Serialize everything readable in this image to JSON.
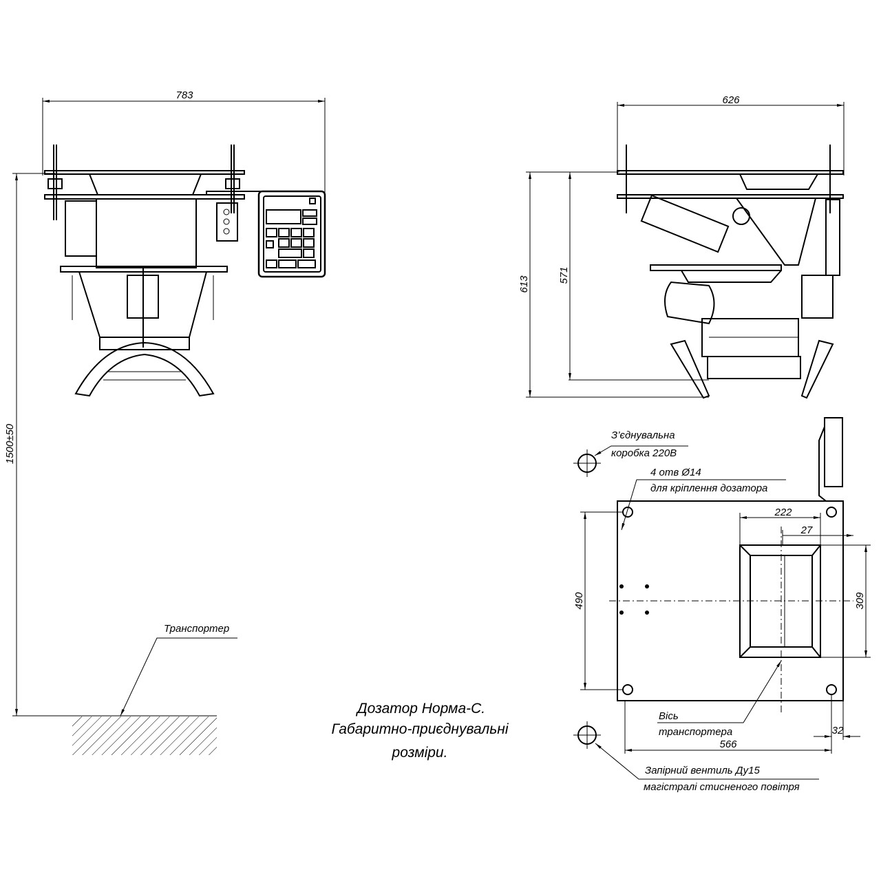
{
  "dimensions": {
    "front_width": "783",
    "side_width": "626",
    "side_height_total": "613",
    "side_height_body": "571",
    "install_height": "1500±50",
    "plan_depth": "490",
    "plan_outlet_width": "222",
    "plan_outlet_offset": "27",
    "plan_outlet_length": "309",
    "plan_width": "566",
    "plan_edge_offset": "32"
  },
  "labels": {
    "conveyor": "Транспортер",
    "junction_box_line1": "З’єднувальна",
    "junction_box_line2": "коробка 220В",
    "holes_line1": "4 отв Ø14",
    "holes_line2": "для кріплення дозатора",
    "axis_line1": "Вісь",
    "axis_line2": "транспортера",
    "valve_line1": "Запірний вентиль Ду15",
    "valve_line2": "магістралі стисненого повітря"
  },
  "title": {
    "line1": "Дозатор Норма-С.",
    "line2": "Габаритно-приєднувальні",
    "line3": "розміри."
  }
}
